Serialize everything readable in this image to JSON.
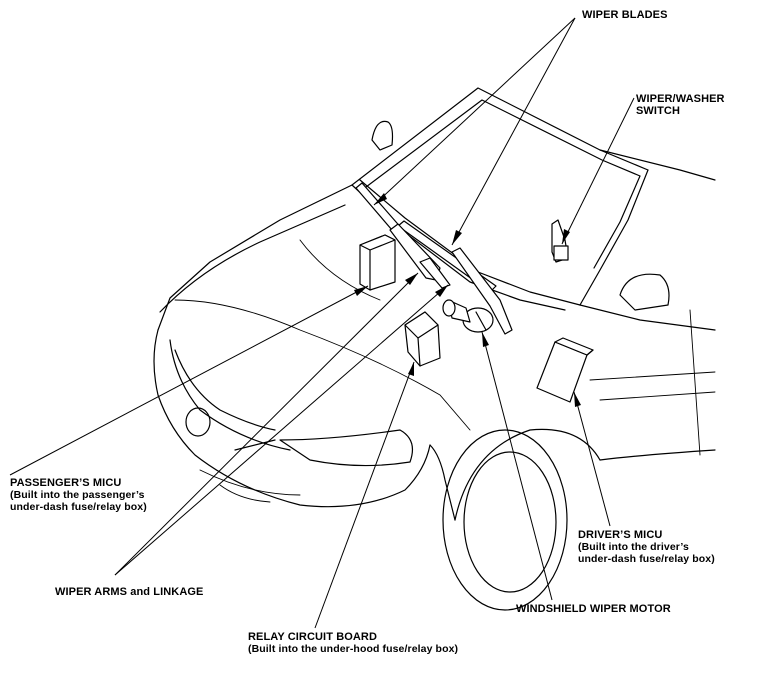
{
  "labels": {
    "wiper_blades": "WIPER BLADES",
    "washer_switch": [
      "WIPER/WASHER",
      "SWITCH"
    ],
    "passenger_micu": {
      "title": "PASSENGER’S MICU",
      "sub1": "(Built into the passenger’s",
      "sub2": "under-dash fuse/relay box)"
    },
    "wiper_arms": "WIPER ARMS and LINKAGE",
    "relay_board": {
      "title": "RELAY CIRCUIT BOARD",
      "sub": "(Built into the under-hood fuse/relay box)"
    },
    "wiper_motor": "WINDSHIELD WIPER MOTOR",
    "driver_micu": {
      "title": "DRIVER’S MICU",
      "sub1": "(Built into the driver’s",
      "sub2": "under-dash fuse/relay box)"
    }
  }
}
